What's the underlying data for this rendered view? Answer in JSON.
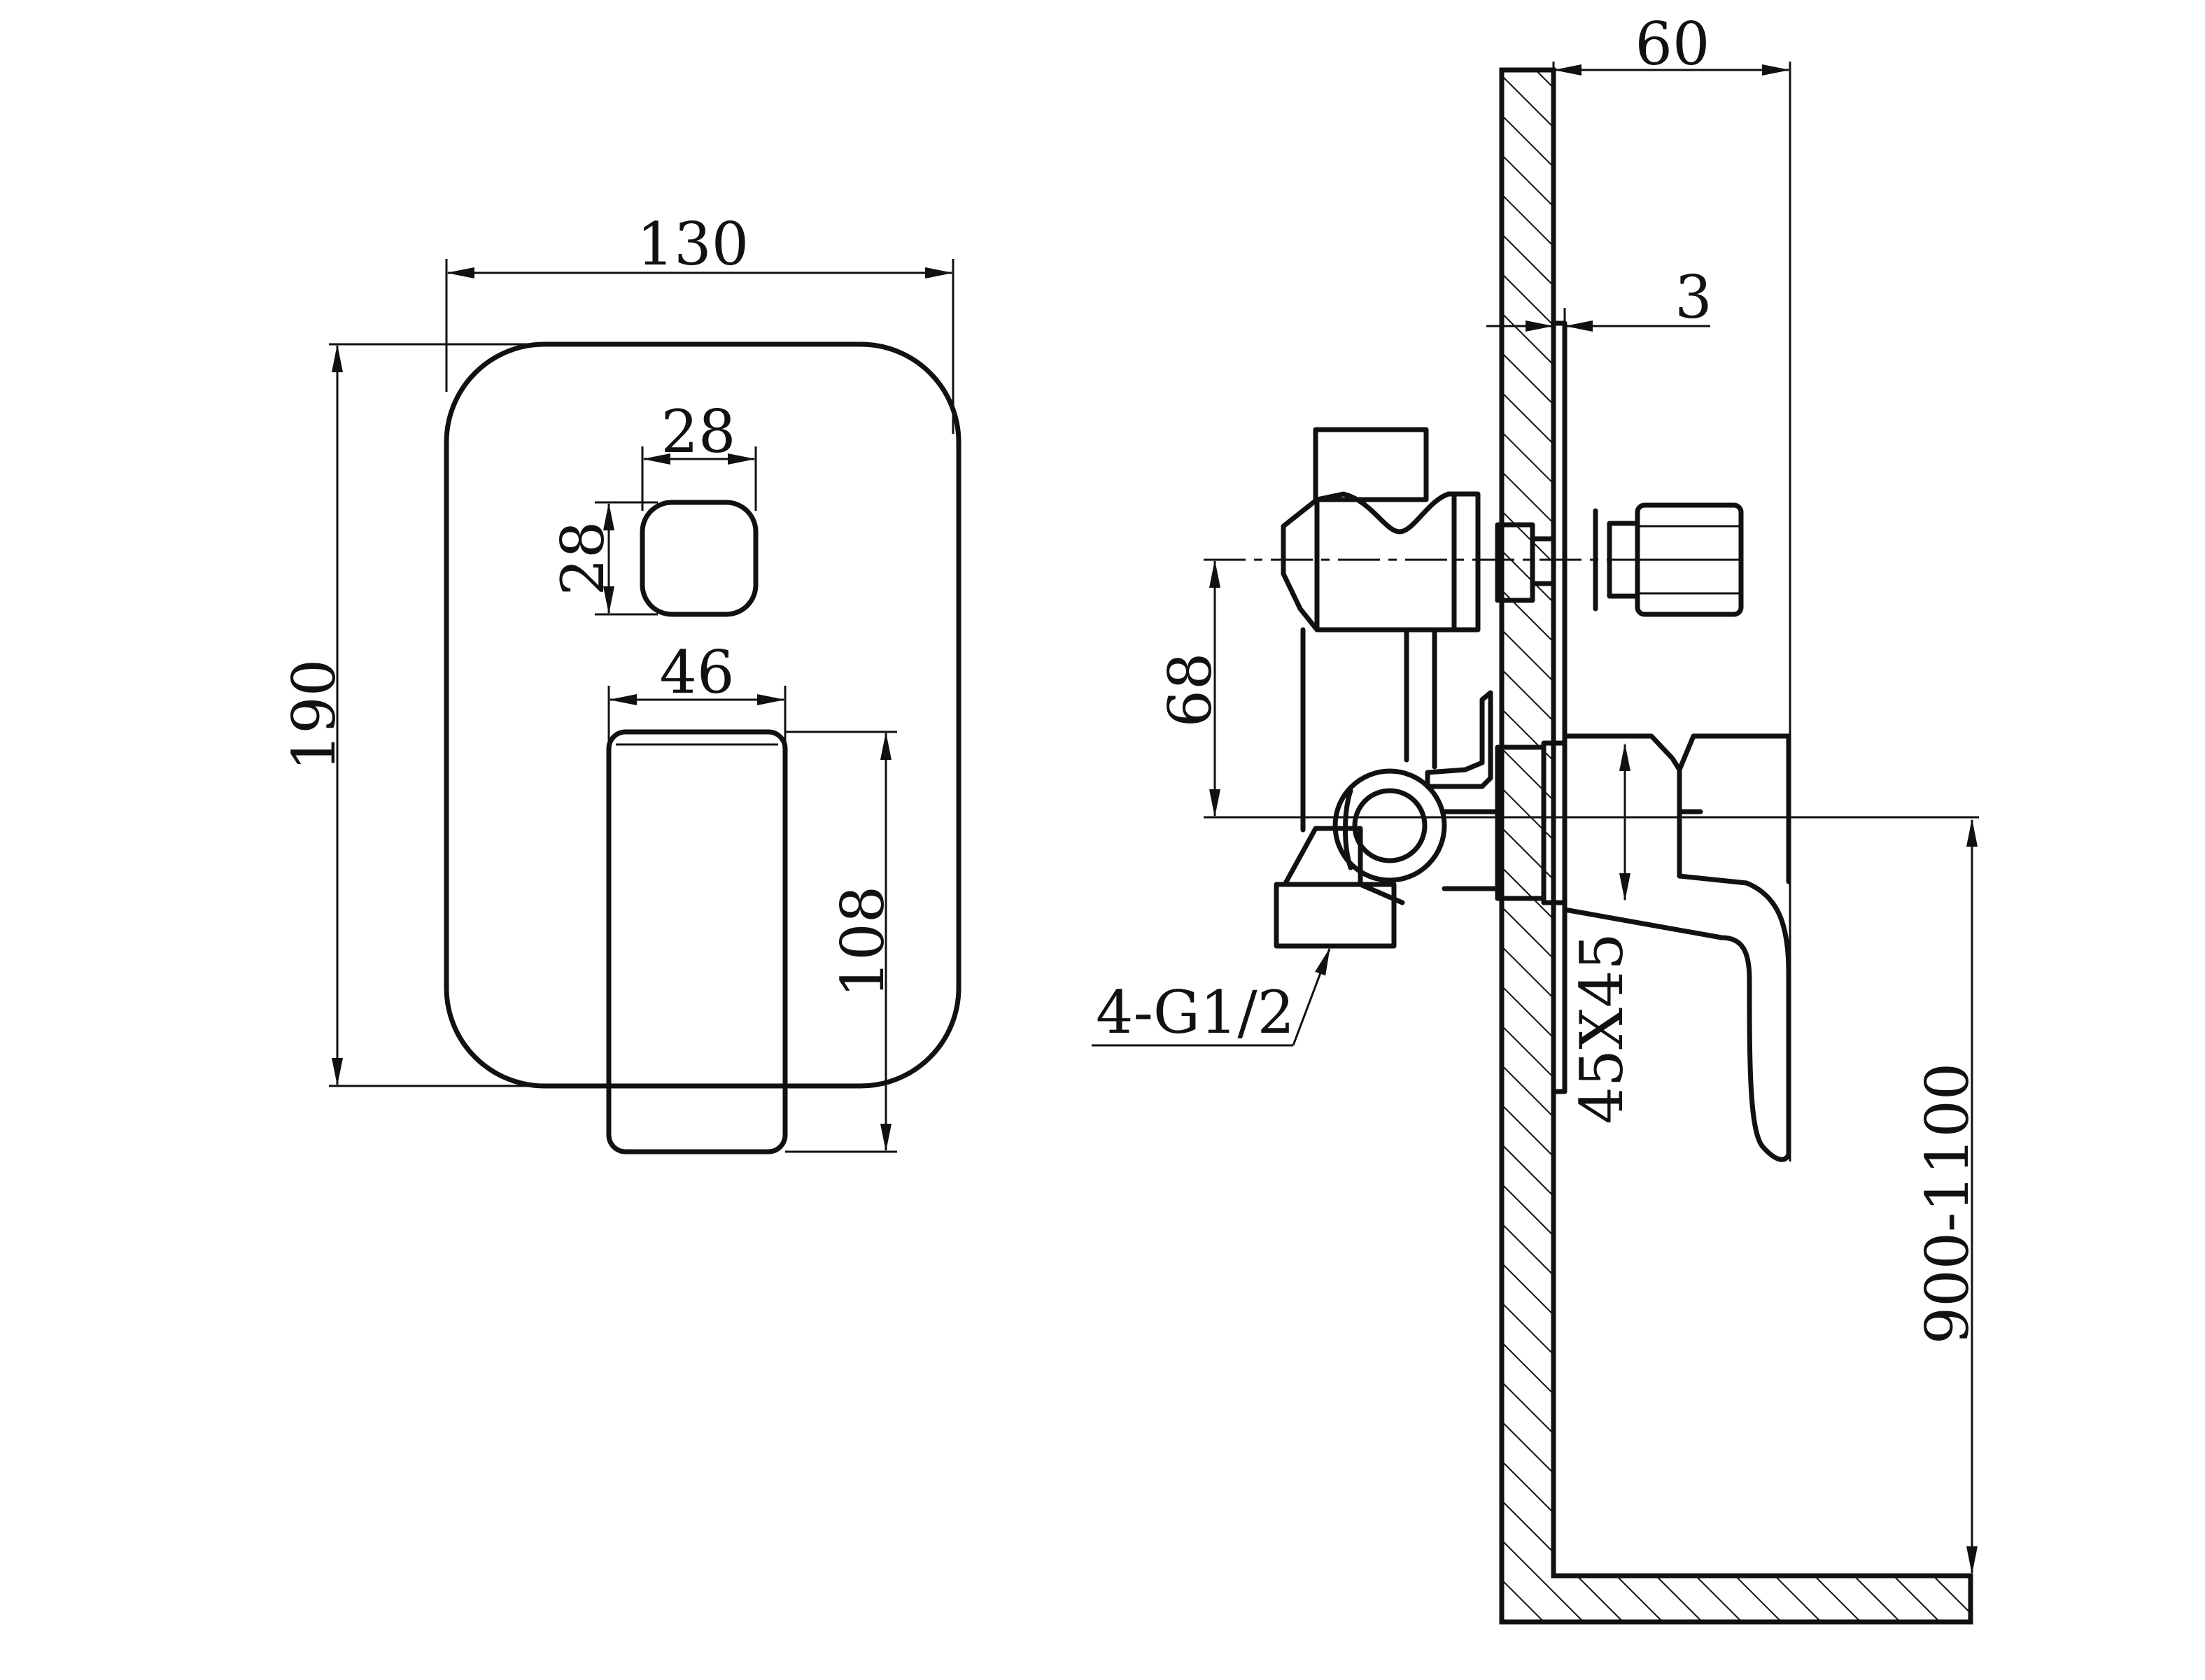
{
  "dimensions": {
    "plate_width": "130",
    "plate_height": "190",
    "button_width": "28",
    "button_height": "28",
    "handle_width": "46",
    "handle_height": "108",
    "depth": "60",
    "plate_thickness": "3",
    "inlet_spacing": "68",
    "connections": "4-G1/2",
    "cutout": "45X45",
    "install_height": "900-1100"
  }
}
